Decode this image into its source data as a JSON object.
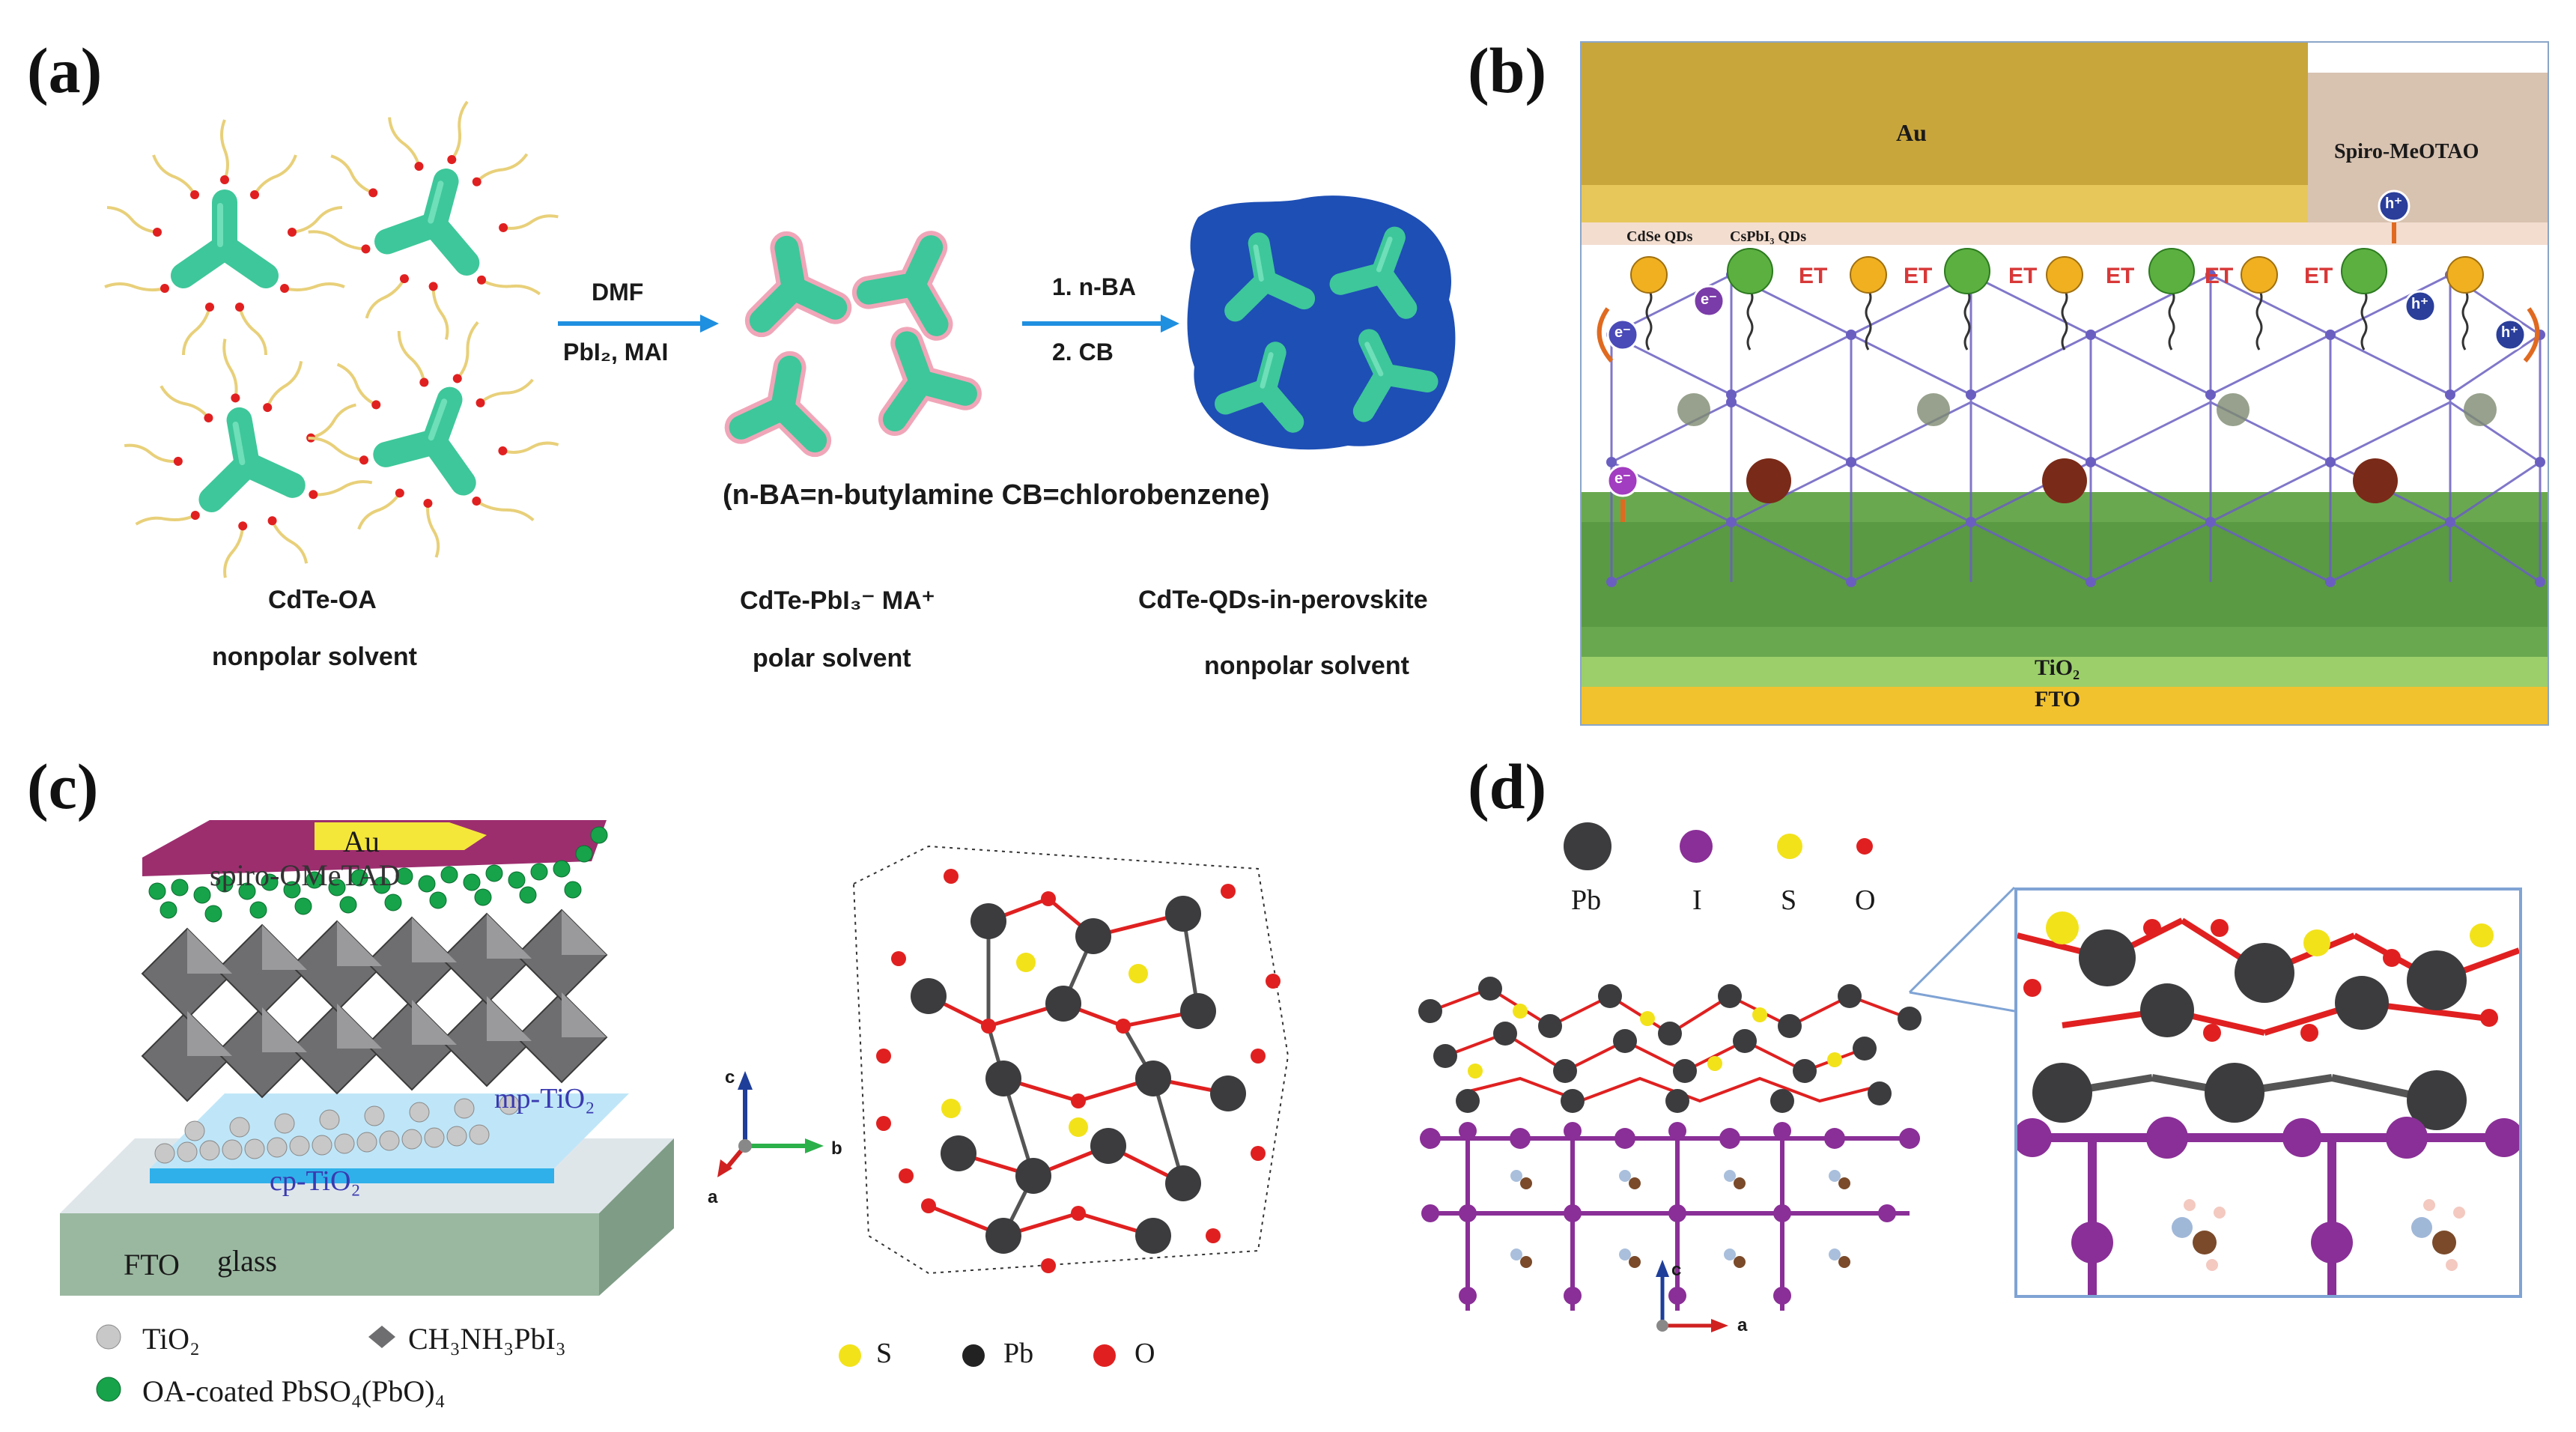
{
  "panel_labels": {
    "a": "(a)",
    "b": "(b)",
    "c": "(c)",
    "d": "(d)"
  },
  "panel_a": {
    "step1_top": "DMF",
    "step1_bottom": "PbI₂, MAI",
    "step2_top": "1. n-BA",
    "step2_bottom": "2. CB",
    "abbrev_note": "(n-BA=n-butylamine  CB=chlorobenzene)",
    "stage1_name": "CdTe-OA",
    "stage1_solvent": "nonpolar solvent",
    "stage2_name": "CdTe-PbI₃⁻ MA⁺",
    "stage2_solvent": "polar solvent",
    "stage3_name": "CdTe-QDs-in-perovskite",
    "stage3_solvent": "nonpolar solvent"
  },
  "panel_b": {
    "au": "Au",
    "spiro": "Spiro-MeOTAO",
    "cdse": "CdSe QDs",
    "cspbi": "CsPbI₃ QDs",
    "et": "ET",
    "electron": "e⁻",
    "hole": "h⁺",
    "tio2": "TiO₂",
    "fto": "FTO"
  },
  "panel_c": {
    "au": "Au",
    "spiro": "spiro-OMeTAD",
    "mp": "mp-TiO₂",
    "cp": "cp-TiO₂",
    "fto": "FTO",
    "glass": "glass",
    "legend_tio2": "TiO₂",
    "legend_mapbi": "CH₃NH₃PbI₃",
    "legend_oa": "OA-coated PbSO₄(PbO)₄",
    "axis_c": "c",
    "axis_b": "b",
    "axis_a": "a",
    "crys_legend_s": "S",
    "crys_legend_pb": "Pb",
    "crys_legend_o": "O"
  },
  "panel_d": {
    "legend_pb": "Pb",
    "legend_i": "I",
    "legend_s": "S",
    "legend_o": "O",
    "axis_c": "c",
    "axis_a": "a"
  },
  "colors": {
    "teal": "#3ec79a",
    "pink_shell": "#f0a6b8",
    "blue_matrix": "#1e4fb5",
    "arrow_blue": "#1f8fe0",
    "au_gold": "#c9a63c",
    "spiro_tan": "#d8c2b0",
    "tio2_green": "#6aa84f",
    "fto_yellow": "#f2c12e",
    "pb_gray": "#3c3c3e",
    "iodine_purple": "#8a2f97",
    "sulfur_yellow": "#f2e21a",
    "oxygen_red": "#e02020"
  }
}
